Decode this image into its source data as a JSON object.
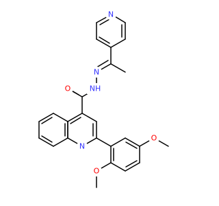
{
  "molecule": {
    "atoms": {
      "n_pyridine": {
        "label": "N",
        "color": "#3333ff"
      },
      "n_imine": {
        "label": "N",
        "color": "#3333ff"
      },
      "nh_amide": {
        "label": "NH",
        "color": "#3333ff"
      },
      "o_carbonyl": {
        "label": "O",
        "color": "#ff0000"
      },
      "n_quinoline": {
        "label": "N",
        "color": "#3333ff"
      },
      "o_methoxy_ortho": {
        "label": "O",
        "color": "#ff0000"
      },
      "o_methoxy_para": {
        "label": "O",
        "color": "#ff0000"
      }
    },
    "bond_color": "#000000"
  }
}
